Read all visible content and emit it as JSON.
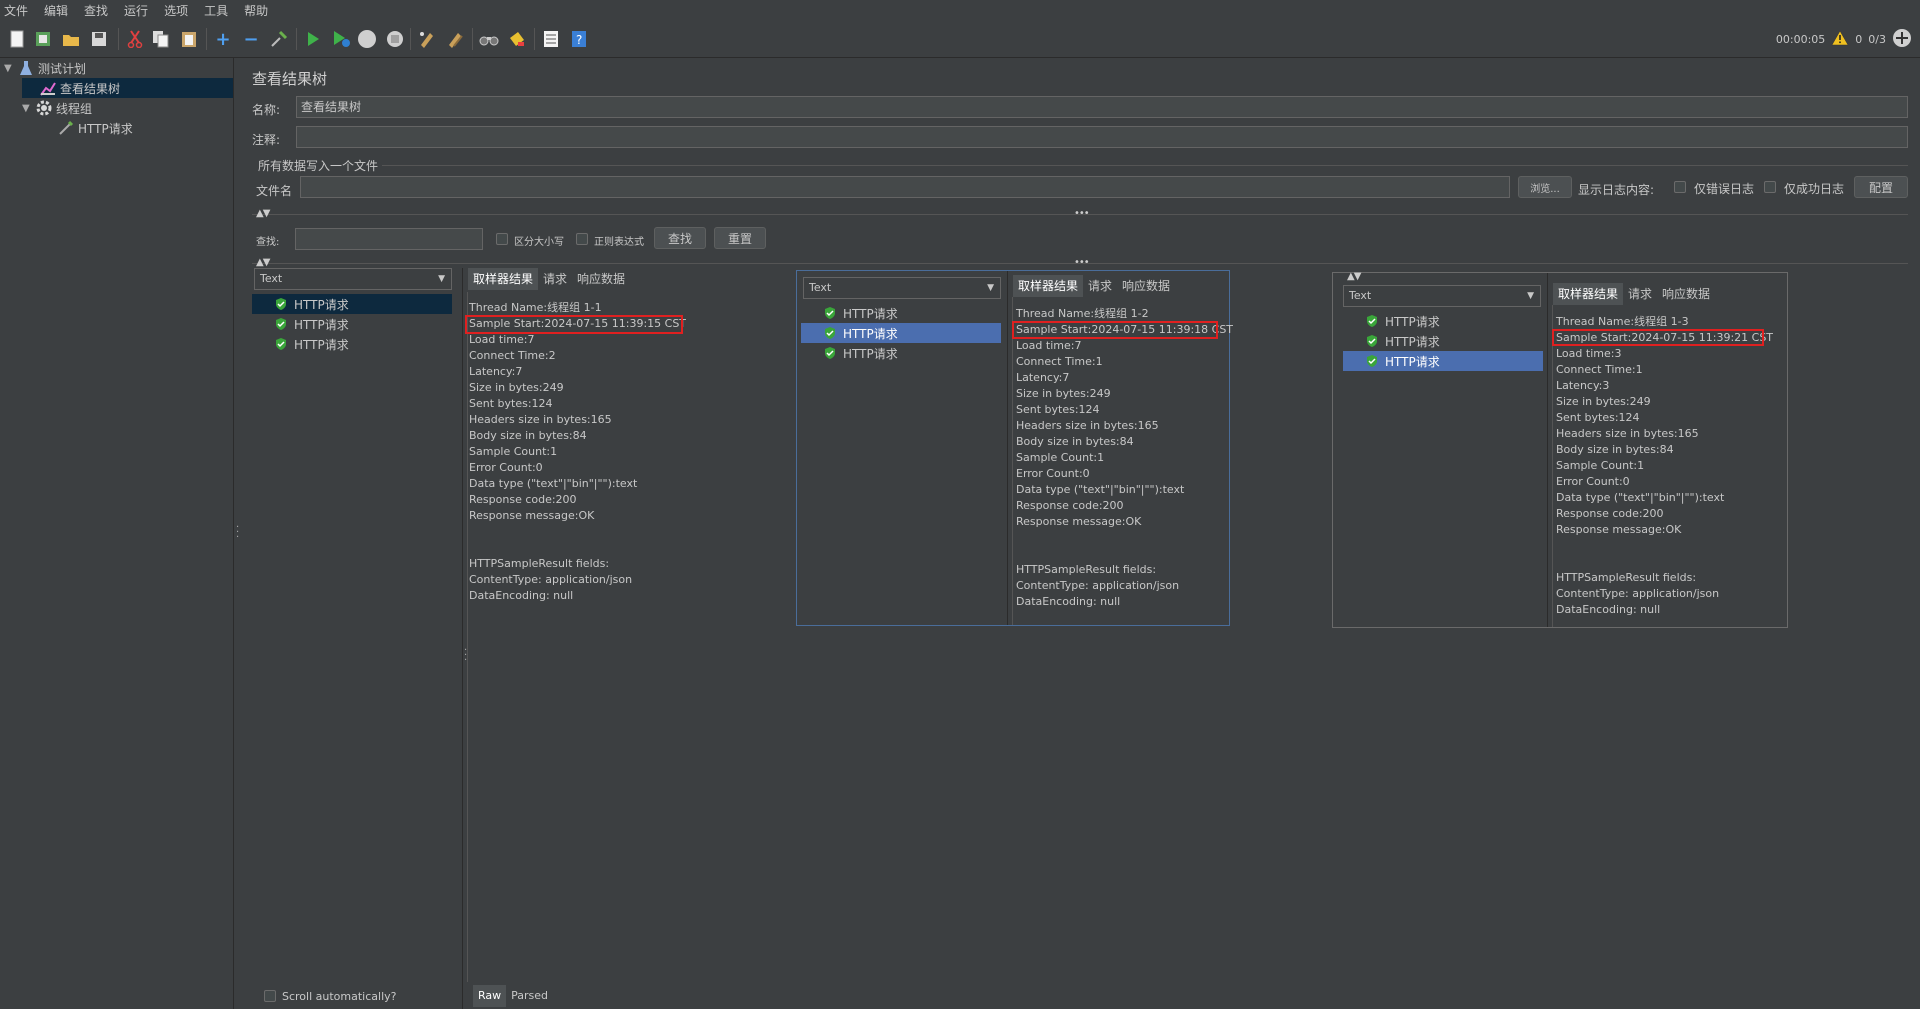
{
  "menu": [
    "文件",
    "编辑",
    "查找",
    "运行",
    "选项",
    "工具",
    "帮助"
  ],
  "toolbar_status": {
    "timer": "00:00:05",
    "warnings": "0",
    "threads": "0/3"
  },
  "tree": {
    "root": "测试计划",
    "listener": "查看结果树",
    "thread_group": "线程组",
    "sampler": "HTTP请求"
  },
  "panel": {
    "title": "查看结果树",
    "name_label": "名称:",
    "name_value": "查看结果树",
    "comment_label": "注释:",
    "comment_value": "",
    "file_section": "所有数据写入一个文件",
    "filename_label": "文件名",
    "filename_value": "",
    "browse_btn": "浏览...",
    "log_display_label": "显示日志内容:",
    "errors_only": "仅错误日志",
    "success_only": "仅成功日志",
    "configure_btn": "配置",
    "search_label": "查找:",
    "case_sensitive": "区分大小写",
    "regex": "正则表达式",
    "find_btn": "查找",
    "reset_btn": "重置",
    "scroll_auto": "Scroll automatically?",
    "raw_tab": "Raw",
    "parsed_tab": "Parsed"
  },
  "results": [
    {
      "renderer": "Text",
      "items": [
        "HTTP请求",
        "HTTP请求",
        "HTTP请求"
      ],
      "tabs": [
        "取样器结果",
        "请求",
        "响应数据"
      ],
      "lines": [
        "Thread Name:线程组 1-1",
        "Sample Start:2024-07-15 11:39:15 CST",
        "Load time:7",
        "Connect Time:2",
        "Latency:7",
        "Size in bytes:249",
        "Sent bytes:124",
        "Headers size in bytes:165",
        "Body size in bytes:84",
        "Sample Count:1",
        "Error Count:0",
        "Data type (\"text\"|\"bin\"|\"\"):text",
        "Response code:200",
        "Response message:OK",
        "",
        "",
        "HTTPSampleResult fields:",
        "ContentType: application/json",
        "DataEncoding: null"
      ]
    },
    {
      "renderer": "Text",
      "items": [
        "HTTP请求",
        "HTTP请求",
        "HTTP请求"
      ],
      "tabs": [
        "取样器结果",
        "请求",
        "响应数据"
      ],
      "lines": [
        "Thread Name:线程组 1-2",
        "Sample Start:2024-07-15 11:39:18 CST",
        "Load time:7",
        "Connect Time:1",
        "Latency:7",
        "Size in bytes:249",
        "Sent bytes:124",
        "Headers size in bytes:165",
        "Body size in bytes:84",
        "Sample Count:1",
        "Error Count:0",
        "Data type (\"text\"|\"bin\"|\"\"):text",
        "Response code:200",
        "Response message:OK",
        "",
        "",
        "HTTPSampleResult fields:",
        "ContentType: application/json",
        "DataEncoding: null"
      ]
    },
    {
      "renderer": "Text",
      "items": [
        "HTTP请求",
        "HTTP请求",
        "HTTP请求"
      ],
      "tabs": [
        "取样器结果",
        "请求",
        "响应数据"
      ],
      "lines": [
        "Thread Name:线程组 1-3",
        "Sample Start:2024-07-15 11:39:21 CST",
        "Load time:3",
        "Connect Time:1",
        "Latency:3",
        "Size in bytes:249",
        "Sent bytes:124",
        "Headers size in bytes:165",
        "Body size in bytes:84",
        "Sample Count:1",
        "Error Count:0",
        "Data type (\"text\"|\"bin\"|\"\"):text",
        "Response code:200",
        "Response message:OK",
        "",
        "",
        "HTTPSampleResult fields:",
        "ContentType: application/json",
        "DataEncoding: null"
      ]
    }
  ]
}
